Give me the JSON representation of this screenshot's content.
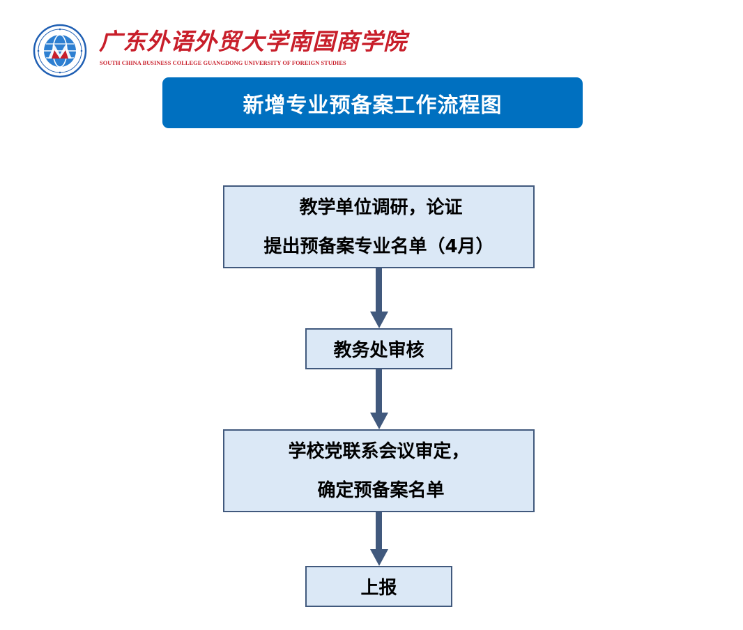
{
  "header": {
    "logo_name_cn": "广东外语外贸大学南国商学院",
    "logo_name_en": "SOUTH CHINA BUSINESS COLLEGE GUANGDONG UNIVERSITY OF FOREIGN STUDIES",
    "logo_colors": {
      "ring": "#1f5fb3",
      "red": "#c81e2a"
    }
  },
  "title": "新增专业预备案工作流程图",
  "flow": {
    "step1": {
      "line1": "教学单位调研，论证",
      "line2": "提出预备案专业名单（4月）"
    },
    "step2": "教务处审核",
    "step3": {
      "line1": "学校党联系会议审定，",
      "line2": "确定预备案名单"
    },
    "step4": "上报"
  },
  "colors": {
    "banner": "#0070c0",
    "box_fill": "#dbe8f6",
    "box_border": "#41597d",
    "arrow": "#41597d"
  }
}
